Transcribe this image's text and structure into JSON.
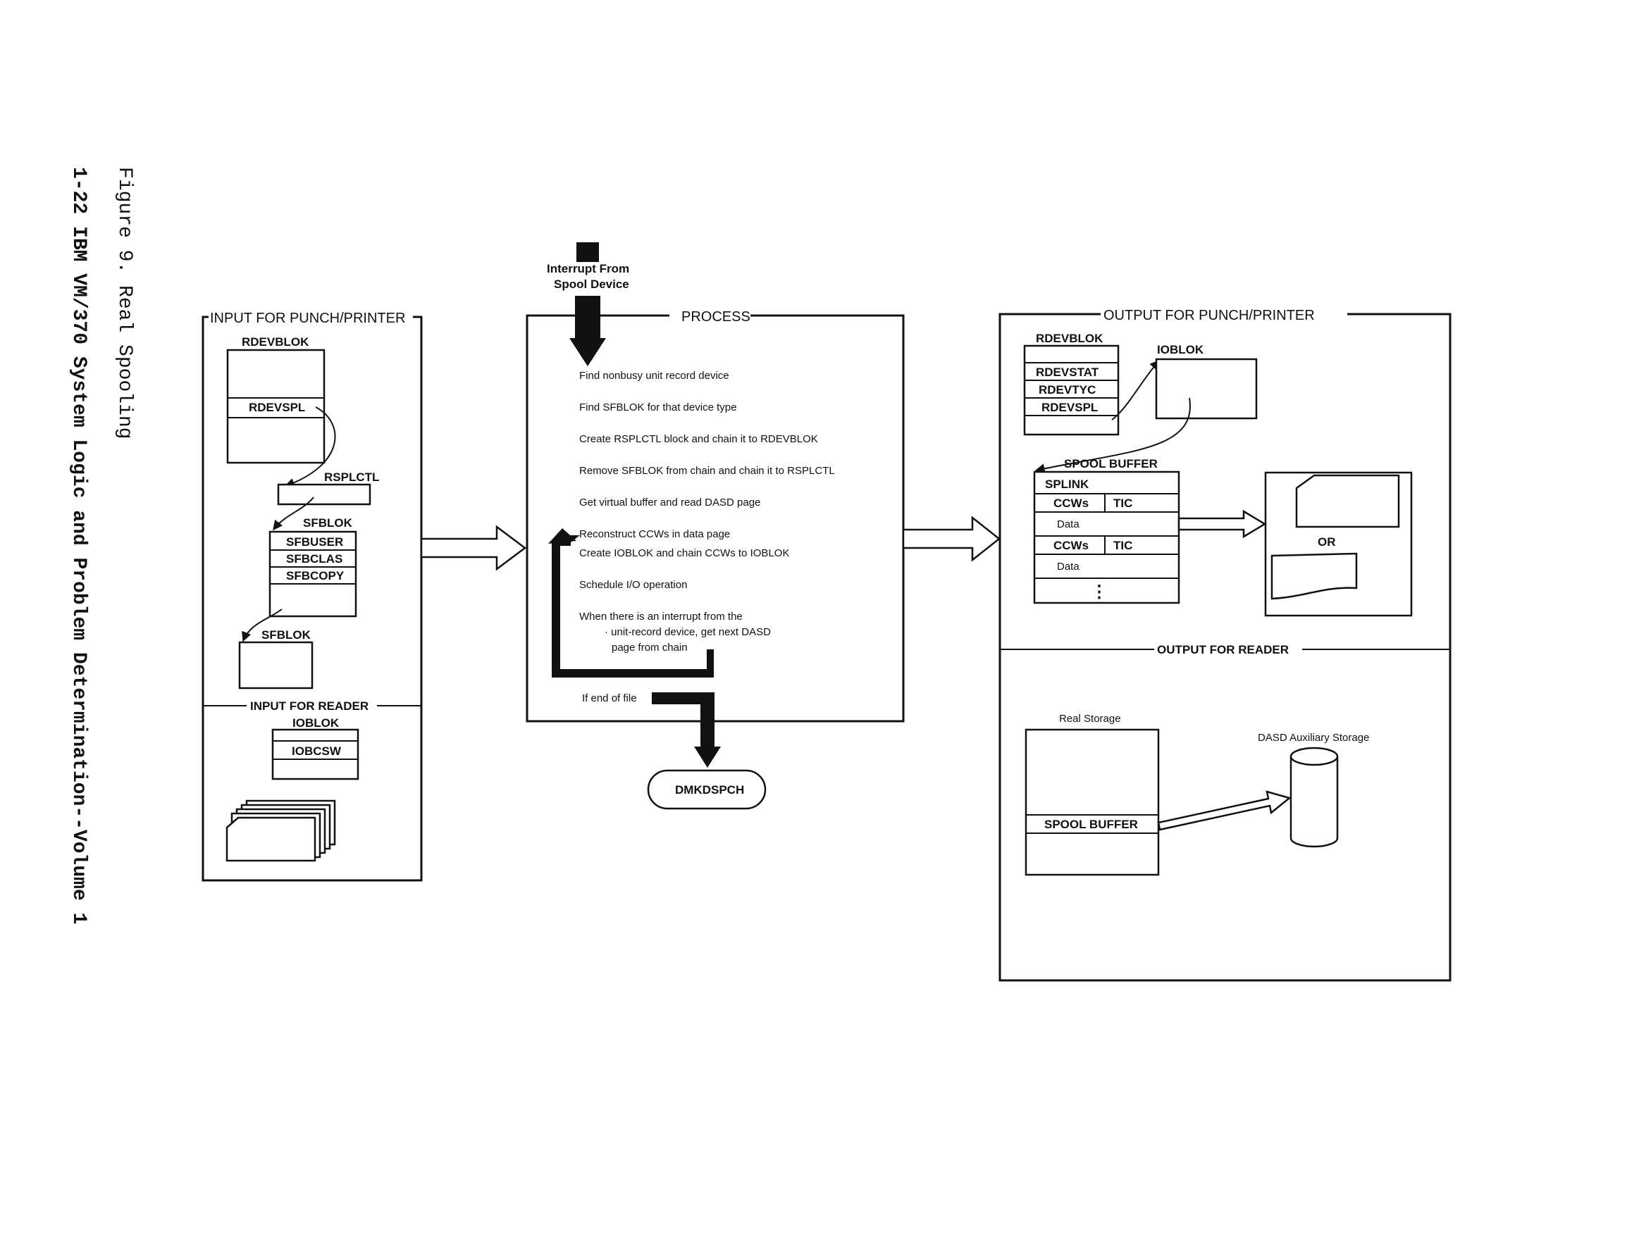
{
  "page": {
    "figure_caption": "Figure 9.  Real Spooling",
    "running_footer": "1-22  IBM VM/370 System Logic and Problem Determination--Volume 1"
  },
  "input_punch": {
    "title": "INPUT FOR PUNCH/PRINTER",
    "rdevblok": "RDEVBLOK",
    "rdevspl": "RDEVSPL",
    "rsplctl": "RSPLCTL",
    "sfblok": "SFBLOK",
    "sfb_fields": [
      "SFBUSER",
      "SFBCLAS",
      "SFBCOPY"
    ],
    "sfblok2": "SFBLOK"
  },
  "input_reader": {
    "title": "INPUT FOR READER",
    "ioblok": "IOBLOK",
    "iobcsw": "IOBCSW"
  },
  "process": {
    "title": "PROCESS",
    "interrupt_line1": "Interrupt From",
    "interrupt_line2": "Spool Device",
    "steps": [
      "Find nonbusy unit record device",
      "Find SFBLOK for that device type",
      "Create RSPLCTL block and chain it to RDEVBLOK",
      "Remove SFBLOK from chain and chain it to RSPLCTL",
      "Get virtual buffer and read DASD page",
      "Reconstruct CCWs in data page",
      "Create IOBLOK and chain CCWs to IOBLOK",
      "Schedule I/O operation",
      "When there is an interrupt from the",
      "· unit-record device, get next DASD",
      "page from chain",
      "If end of file"
    ],
    "exit": "DMKDSPCH"
  },
  "output_punch": {
    "title": "OUTPUT FOR PUNCH/PRINTER",
    "rdevblok": "RDEVBLOK",
    "fields": [
      "RDEVSTAT",
      "RDEVTYC",
      "RDEVSPL"
    ],
    "ioblok": "IOBLOK",
    "spool_buffer": "SPOOL BUFFER",
    "splink": "SPLINK",
    "ccws": "CCWs",
    "tic": "TIC",
    "data": "Data",
    "more": "⋮",
    "or": "OR"
  },
  "output_reader": {
    "title": "OUTPUT FOR READER",
    "real_storage": "Real Storage",
    "spool_buffer": "SPOOL BUFFER",
    "dasd": "DASD Auxiliary Storage"
  }
}
